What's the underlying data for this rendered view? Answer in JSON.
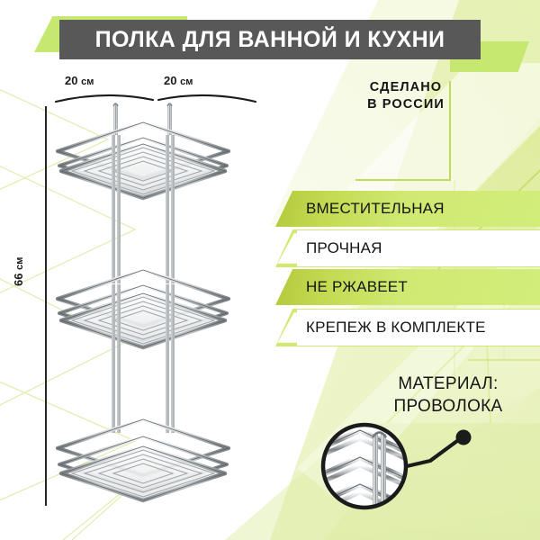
{
  "title": {
    "text": "ПОЛКА ДЛЯ ВАННОЙ И КУХНИ"
  },
  "dimensions": {
    "width_left": "20 ",
    "width_left_unit": "см",
    "width_right": "20 ",
    "width_right_unit": "см",
    "height": "66 ",
    "height_unit": "см"
  },
  "made_in": {
    "line1": "СДЕЛАНО",
    "line2": "В РОССИИ"
  },
  "features": [
    {
      "label": "ВМЕСТИТЕЛЬНАЯ",
      "style": "filled"
    },
    {
      "label": "ПРОЧНАЯ",
      "style": "outline"
    },
    {
      "label": "НЕ РЖАВЕЕТ",
      "style": "filled"
    },
    {
      "label": "КРЕПЕЖ В КОМПЛЕКТЕ",
      "style": "outline"
    }
  ],
  "material": {
    "line1": "МАТЕРИАЛ:",
    "line2": "ПРОВОЛОКА"
  },
  "colors": {
    "accent_green": "#c7e870",
    "bar_green_light": "#d3ed7b",
    "bar_green_dark": "#b4c83c",
    "title_bar": "#585858",
    "title_text": "#ffffff",
    "body_text": "#141414",
    "metal_stroke": "#6d7377"
  },
  "product": {
    "type": "corner-wire-shelf",
    "tiers": 3
  }
}
